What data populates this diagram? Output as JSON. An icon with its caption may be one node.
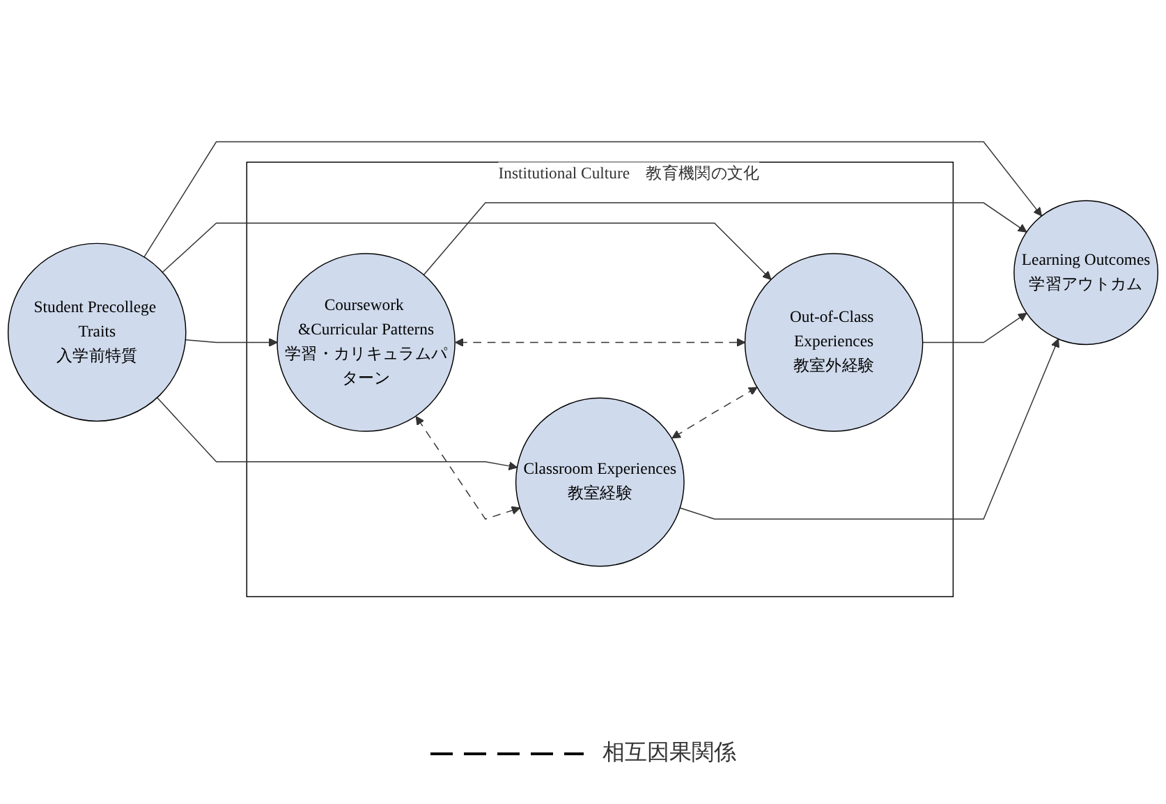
{
  "diagram": {
    "nodes": [
      {
        "text": [
          "Institutional Culture　教育機関の文化"
        ]
      },
      {
        "text": [
          "Student Precollege Traits",
          "入学前特質"
        ]
      },
      {
        "text": [
          "Coursework &Curricular Patterns",
          "学習・カリキュラムパターン"
        ],
        "in": 0
      },
      {
        "text": [
          "Out-of-Class Experiences",
          "教室外経験"
        ],
        "in": 0
      },
      {
        "text": [
          "Classroom Experiences",
          "教室経験"
        ],
        "in": 0
      },
      {
        "text": [
          "Learning Outcomes",
          "学習アウトカム"
        ]
      }
    ],
    "edges": [
      {
        "from": 1,
        "to": 2,
        "arrow": "to"
      },
      {
        "from": 1,
        "to": 3,
        "arrow": "to"
      },
      {
        "from": 1,
        "to": 4,
        "arrow": "to"
      },
      {
        "from": 1,
        "to": 5,
        "arrow": "to"
      },
      {
        "from": 2,
        "to": 5,
        "arrow": "to"
      },
      {
        "from": 3,
        "to": 5,
        "arrow": "to"
      },
      {
        "from": 4,
        "to": 5,
        "arrow": "to"
      },
      {
        "from": 2,
        "to": 3,
        "arrow": "both",
        "style": "dashed"
      },
      {
        "from": 2,
        "to": 4,
        "arrow": "both",
        "style": "dashed"
      },
      {
        "from": 4,
        "to": 3,
        "arrow": "both",
        "style": "dashed"
      }
    ],
    "legend": [
      {
        "text": "相互因果関係"
      }
    ]
  }
}
